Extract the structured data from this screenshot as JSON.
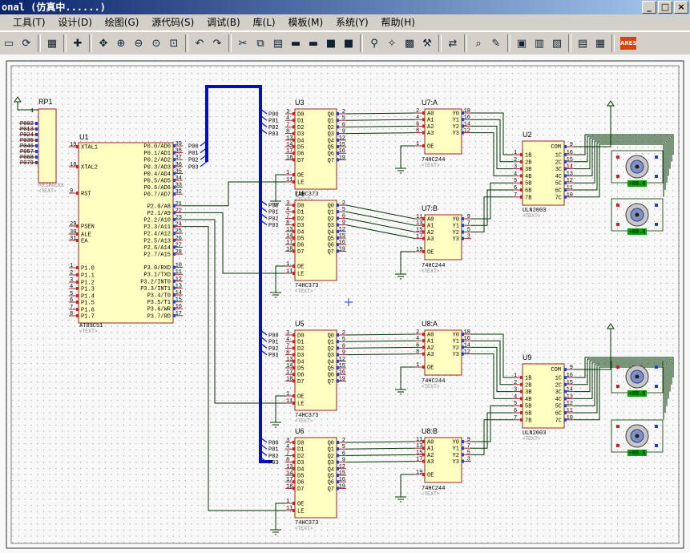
{
  "window": {
    "title": "onal (仿真中......)",
    "btn_min": "_",
    "btn_max": "□",
    "btn_close": "×"
  },
  "menu": [
    "工具(T)",
    "设计(D)",
    "绘图(G)",
    "源代码(S)",
    "调试(B)",
    "库(L)",
    "模板(M)",
    "系统(Y)",
    "帮助(H)"
  ],
  "toolbar": {
    "icons": [
      "open-icon",
      "refresh-icon",
      "grid-icon",
      "origin-icon",
      "pan-icon",
      "zoom-in-icon",
      "zoom-out-icon",
      "zoom-all-icon",
      "zoom-area-icon",
      "undo-icon",
      "redo-icon",
      "cut-icon",
      "copy-icon",
      "paste-icon",
      "block-copy-icon",
      "block-move-icon",
      "block-rotate-icon",
      "block-delete-icon",
      "pick-device-icon",
      "make-device-icon",
      "package-icon",
      "decompose-icon",
      "wire-autoroute-icon",
      "search-tag-icon",
      "property-assign-icon",
      "new-sheet-icon",
      "remove-sheet-icon",
      "goto-sheet-icon",
      "bom-icon",
      "netlist-icon",
      "ares-icon"
    ],
    "ares_label": "ARES"
  },
  "schematic": {
    "rp1": {
      "ref": "RP1",
      "value": "RESPACK8",
      "text": "<TEXT>",
      "pin1": "1",
      "pins": [
        "P002",
        "P013",
        "P024",
        "P035",
        "P046",
        "P057",
        "P068",
        "P079"
      ]
    },
    "u1": {
      "ref": "U1",
      "part": "AT89C51",
      "text": "<TEXT>",
      "left_pins": [
        {
          "num": "19",
          "name": "XTAL1"
        },
        {
          "num": "18",
          "name": "XTAL2"
        },
        {
          "num": "9",
          "name": "RST"
        },
        {
          "num": "29",
          "name": "PSEN"
        },
        {
          "num": "30",
          "name": "ALE"
        },
        {
          "num": "31",
          "name": "EA"
        },
        {
          "num": "1",
          "name": "P1.0"
        },
        {
          "num": "2",
          "name": "P1.1"
        },
        {
          "num": "3",
          "name": "P1.2"
        },
        {
          "num": "4",
          "name": "P1.3"
        },
        {
          "num": "5",
          "name": "P1.4"
        },
        {
          "num": "6",
          "name": "P1.5"
        },
        {
          "num": "7",
          "name": "P1.6"
        },
        {
          "num": "8",
          "name": "P1.7"
        }
      ],
      "right_pins": [
        {
          "num": "39",
          "name": "P0.0/AD0",
          "net": "P00"
        },
        {
          "num": "38",
          "name": "P0.1/AD1",
          "net": "P01"
        },
        {
          "num": "37",
          "name": "P0.2/AD2",
          "net": "P02"
        },
        {
          "num": "36",
          "name": "P0.3/AD3",
          "net": "P03"
        },
        {
          "num": "35",
          "name": "P0.4/AD4",
          "net": ""
        },
        {
          "num": "34",
          "name": "P0.5/AD5",
          "net": ""
        },
        {
          "num": "33",
          "name": "P0.6/AD6",
          "net": ""
        },
        {
          "num": "32",
          "name": "P0.7/AD7",
          "net": ""
        },
        {
          "num": "21",
          "name": "P2.0/A8",
          "net": ""
        },
        {
          "num": "22",
          "name": "P2.1/A9",
          "net": ""
        },
        {
          "num": "23",
          "name": "P2.2/A10",
          "net": ""
        },
        {
          "num": "24",
          "name": "P2.3/A11",
          "net": ""
        },
        {
          "num": "25",
          "name": "P2.4/A12",
          "net": ""
        },
        {
          "num": "26",
          "name": "P2.5/A13",
          "net": ""
        },
        {
          "num": "27",
          "name": "P2.6/A14",
          "net": ""
        },
        {
          "num": "28",
          "name": "P2.7/A15",
          "net": ""
        },
        {
          "num": "10",
          "name": "P3.0/RXD",
          "net": ""
        },
        {
          "num": "11",
          "name": "P3.1/TXD",
          "net": ""
        },
        {
          "num": "12",
          "name": "P3.2/INT0",
          "net": ""
        },
        {
          "num": "13",
          "name": "P3.3/INT1",
          "net": ""
        },
        {
          "num": "14",
          "name": "P3.4/T0",
          "net": ""
        },
        {
          "num": "15",
          "name": "P3.5/T1",
          "net": ""
        },
        {
          "num": "16",
          "name": "P3.6/WR",
          "net": ""
        },
        {
          "num": "17",
          "name": "P3.7/RD",
          "net": ""
        }
      ]
    },
    "latch": {
      "part": "74HC373",
      "text": "<TEXT>",
      "refs": [
        "U3",
        "U4",
        "U5",
        "U6"
      ],
      "in_nets": [
        "P00",
        "P01",
        "P02",
        "P03"
      ],
      "in_pins": [
        "3",
        "4",
        "7",
        "8",
        "13",
        "14",
        "17",
        "18"
      ],
      "in_names": [
        "D0",
        "D1",
        "D2",
        "D3",
        "D4",
        "D5",
        "D6",
        "D7"
      ],
      "out_pins": [
        "2",
        "5",
        "6",
        "9",
        "12",
        "15",
        "16",
        "19"
      ],
      "out_names": [
        "Q0",
        "Q1",
        "Q2",
        "Q3",
        "Q4",
        "Q5",
        "Q6",
        "Q7"
      ],
      "oe_pin": "1",
      "le_pin": "11",
      "oe_name": "OE",
      "le_name": "LE"
    },
    "buffer": {
      "part": "74HC244",
      "text": "<TEXT>",
      "refs": [
        "U7:A",
        "U7:B",
        "U8:A",
        "U8:B"
      ],
      "in_pins_a": [
        "2",
        "4",
        "6",
        "8"
      ],
      "in_pins_b": [
        "11",
        "13",
        "15",
        "17"
      ],
      "out_pins_a": [
        "18",
        "16",
        "14",
        "12"
      ],
      "out_pins_b": [
        "9",
        "7",
        "5",
        "3"
      ],
      "in_names": [
        "A0",
        "A1",
        "A2",
        "A3"
      ],
      "out_names": [
        "Y0",
        "Y1",
        "Y2",
        "Y3"
      ],
      "oe_pin_a": "1",
      "oe_pin_b": "19",
      "oe_name": "OE"
    },
    "driver": {
      "part": "ULN2003",
      "text": "<TEXT>",
      "refs": [
        "U2",
        "U9"
      ],
      "com_name": "COM",
      "com_pin": "9",
      "in_pins": [
        "1",
        "2",
        "3",
        "4",
        "5",
        "6",
        "7"
      ],
      "in_names": [
        "1B",
        "2B",
        "3B",
        "4B",
        "5B",
        "6B",
        "7B"
      ],
      "out_pins": [
        "16",
        "15",
        "14",
        "13",
        "12",
        "11",
        "10"
      ],
      "out_names": [
        "1C",
        "2C",
        "3C",
        "4C",
        "5C",
        "6C",
        "7C"
      ]
    },
    "motor": {
      "label": "+88.8"
    }
  }
}
